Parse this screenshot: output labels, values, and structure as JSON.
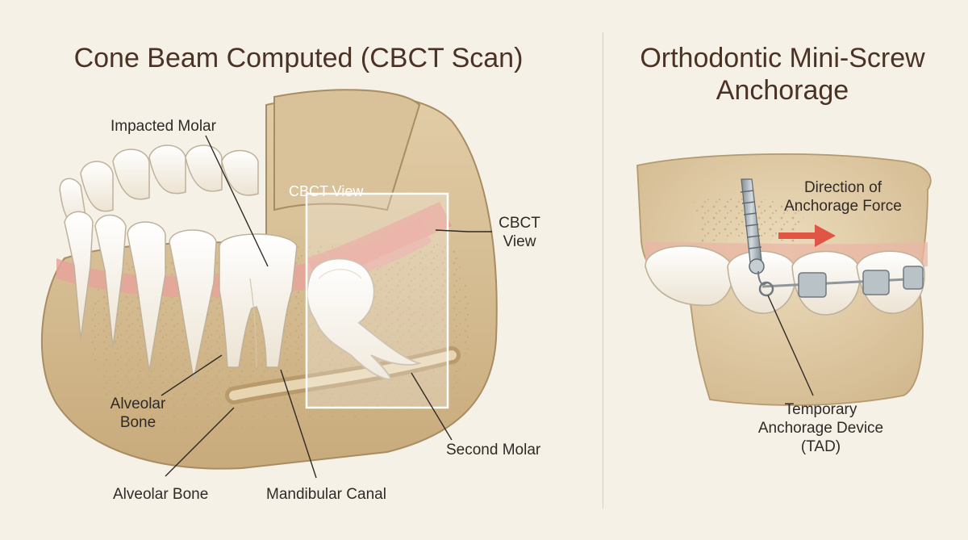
{
  "left_panel": {
    "title": "Cone Beam Computed  (CBCT Scan)",
    "labels": {
      "impacted_molar": "Impacted Molar",
      "cbct_view_box": "CBCT View",
      "cbct_view_side": "CBCT\nView",
      "alveolar_bone_upper": "Alveolar\nBone",
      "alveolar_bone_lower": "Alveolar Bone",
      "mandibular_canal": "Mandibular Canal",
      "second_molar": "Second Molar"
    }
  },
  "right_panel": {
    "title": "Orthodontic Mini-Screw\nAnchorage",
    "labels": {
      "direction_force": "Direction of\nAnchorage Force",
      "tad": "Temporary\nAnchorage Device\n(TAD)"
    }
  },
  "colors": {
    "background": "#f6f1e6",
    "title_text": "#4a3224",
    "bone": "#e6d3b0",
    "gum": "#e6a59b",
    "tooth": "#fbf8f1",
    "force_arrow": "#e04a3a",
    "screw": "#9aa6ad"
  }
}
